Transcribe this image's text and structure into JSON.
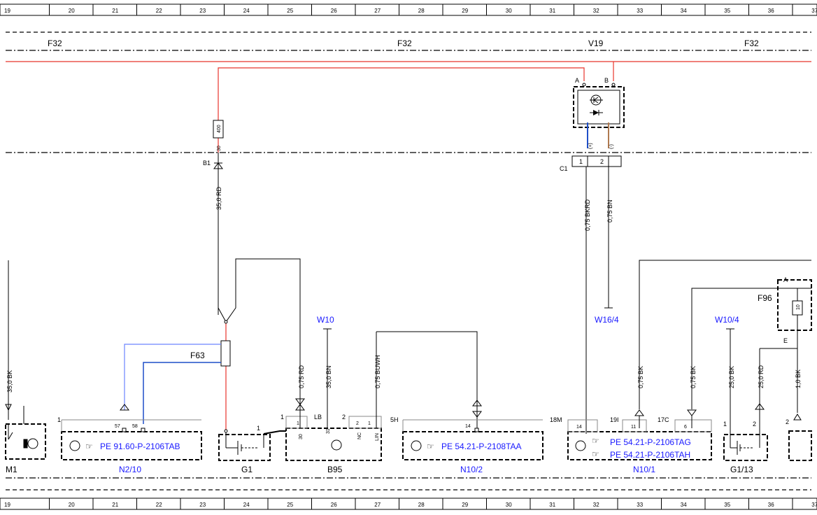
{
  "ruler": {
    "columns": [
      "19",
      "20",
      "21",
      "22",
      "23",
      "24",
      "25",
      "26",
      "27",
      "28",
      "29",
      "30",
      "31",
      "32",
      "33",
      "34",
      "35",
      "36",
      "37"
    ]
  },
  "buses": {
    "top_left": "F32",
    "top_mid": "F32",
    "top_v19": "V19",
    "top_right": "F32"
  },
  "v19": {
    "pin_a": "A",
    "pin_b": "B",
    "out1": "(+)",
    "out2": "(-)"
  },
  "connector_c1": {
    "label": "C1",
    "pin1": "1",
    "pin2": "2"
  },
  "fuse_b1": {
    "label": "B1",
    "rating": "400",
    "pin": "30"
  },
  "wires": {
    "w_b1": "35,0 RD",
    "w_c1_1": "0,75 BKRD",
    "w_c1_2": "0,75 BN",
    "w_m1": "35,0 BK",
    "w_b95_30": "0,75 RD",
    "w_b95_31": "35,0 BN",
    "w_b95_lin": "0,75 BUWH",
    "w_n10_11": "0,75 BK",
    "w_n10_6": "0,75 BK",
    "w_g113_1": "25,0 BK",
    "w_g113_2": "25,0 RD",
    "w_f96": "1,0 BK"
  },
  "grounds": {
    "w10": "W10",
    "w16_4": "W16/4",
    "w10_4": "W10/4"
  },
  "f63": "F63",
  "f96": {
    "label": "F96",
    "pin_a": "A",
    "pin_e": "E",
    "rating": "10"
  },
  "components": {
    "m1": {
      "label": "M1"
    },
    "n2_10": {
      "label": "N2/10",
      "ref": "PE 91.60-P-2106TAB",
      "conn": "1",
      "pin57": "57",
      "pin58": "58"
    },
    "g1": {
      "label": "G1",
      "conn": "1"
    },
    "b95": {
      "label": "B95",
      "conn1": "1",
      "conn_lb": "LB",
      "conn2": "2",
      "pin30": "30",
      "pin31": "31",
      "pin_nc": "NC",
      "pin_lin": "LIN",
      "pin2": "2",
      "pin1": "1"
    },
    "n10_2": {
      "label": "N10/2",
      "ref": "PE 54.21-P-2108TAA",
      "conn": "5H",
      "pin14": "14"
    },
    "n10_1": {
      "label": "N10/1",
      "ref1": "PE 54.21-P-2106TAG",
      "ref2": "PE 54.21-P-2106TAH",
      "conn_18m": "18M",
      "conn_19i": "19I",
      "conn_17c": "17C",
      "pin14": "14",
      "pin11": "11",
      "pin6": "6"
    },
    "g1_13": {
      "label": "G1/13",
      "pin1": "1",
      "pin2": "2"
    },
    "right_edge": {
      "pin2": "2"
    }
  },
  "colors": {
    "red": "#e8342c",
    "blue": "#1a1aff",
    "brown": "#b07a50",
    "black": "#000000",
    "wire_blue": "#1f4fc8"
  }
}
